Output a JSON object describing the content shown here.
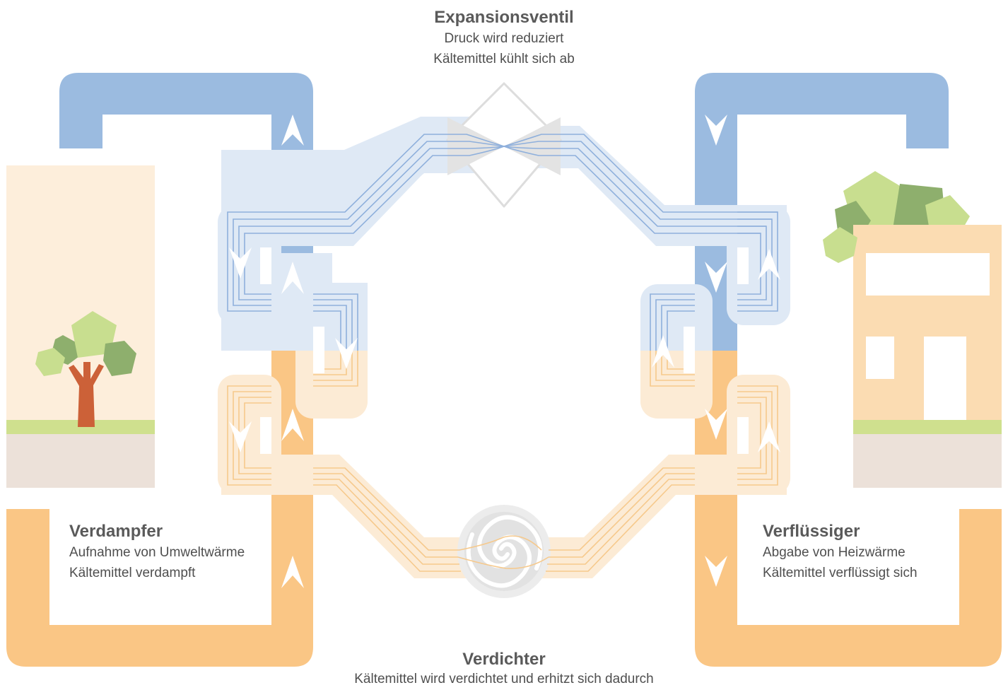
{
  "labels": {
    "expansion": {
      "title": "Expansionsventil",
      "line1": "Druck wird reduziert",
      "line2": "Kältemittel kühlt sich ab"
    },
    "compressor": {
      "title": "Verdichter",
      "line1": "Kältemittel wird verdichtet und erhitzt sich dadurch"
    },
    "evaporator": {
      "title": "Verdampfer",
      "line1": "Aufnahme von Umweltwärme",
      "line2": "Kältemittel verdampft"
    },
    "condenser": {
      "title": "Verflüssiger",
      "line1": "Abgabe von Heizwärme",
      "line2": "Kältemittel verflüssigt sich"
    }
  },
  "colors": {
    "cold": "#9bbbe0",
    "cold_light": "#dfe9f5",
    "cold_line": "#8fb0dc",
    "warm": "#fac685",
    "warm_light": "#fcebd5",
    "warm_line": "#f6c98c",
    "valve_gray": "#e5e5e5",
    "house": "#fbdcb2",
    "ground_green": "#cfe08e",
    "ground_soil": "#ece1d9",
    "env_bg": "#fdeedb",
    "trunk": "#cc6138",
    "leaf_light": "#c8de8f",
    "leaf_dark": "#8eaf6d",
    "text_title": "#5a5a5a",
    "text_body": "#4f4f4f"
  },
  "icons": [
    "arrow-up-icon",
    "arrow-down-icon",
    "tree-icon",
    "house-icon",
    "expansion-valve-icon",
    "compressor-spiral-icon"
  ]
}
